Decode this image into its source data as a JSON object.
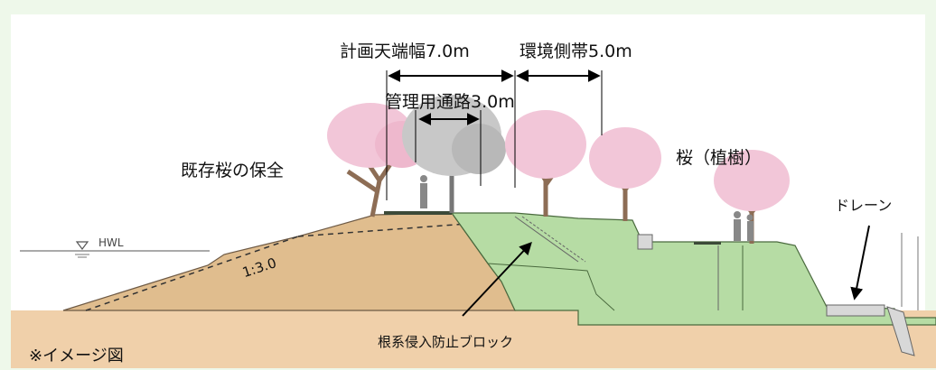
{
  "labels": {
    "crest_width": "計画天端幅7.0m",
    "env_strip": "環境側帯5.0m",
    "mgmt_road": "管理用通路3.0m",
    "existing_cherry": "既存桜の保全",
    "cherry_planting": "桜（植樹）",
    "drain": "ドレーン",
    "hwl": "HWL",
    "slope": "1:3.0",
    "root_block": "根系侵入防止ブロック",
    "note": "※イメージ図"
  },
  "colors": {
    "background": "#eef8ea",
    "frame": "#ffffff",
    "earth": "#e0bd8e",
    "ground": "#f0d0aa",
    "levee_green": "#b6dca4",
    "cherry_blossom": "#f2c6d8",
    "trunk": "#8d6d55"
  }
}
